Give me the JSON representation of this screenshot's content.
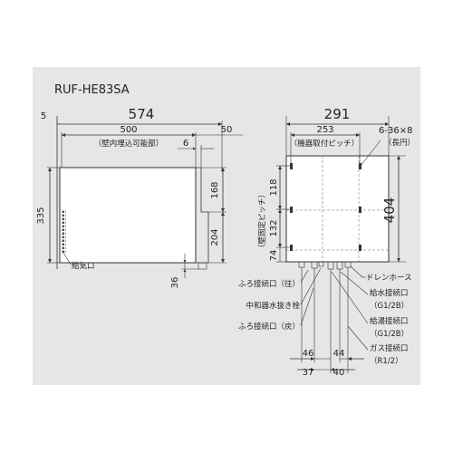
{
  "model": "RUF-HE83SA",
  "side_view": {
    "dim_total_width": "574",
    "dim_left_offset": "5",
    "dim_recess_width": "500",
    "dim_right_offset": "50",
    "recess_caption": "（壁内埋込可能部）",
    "dim_small": "6",
    "dim_height": "335",
    "dim_upper": "168",
    "dim_lower": "204",
    "dim_bottom": "36",
    "intake_label": "給気口"
  },
  "front_view": {
    "dim_width": "291",
    "dim_pitch_width": "253",
    "pitch_caption": "（機器取付ピッチ）",
    "hole_spec": "6-36×8",
    "hole_caption": "（長円）",
    "dim_height": "404",
    "dim_118": "118",
    "dim_132": "132",
    "dim_74": "74",
    "wall_pitch_caption": "（壁固定ピッチ）",
    "dim_46": "46",
    "dim_37": "37",
    "dim_44": "44",
    "dim_40": "40"
  },
  "labels": {
    "bath_out": "ふろ接続口（往）",
    "neutralizer_drain": "中和器水抜き栓",
    "bath_return": "ふろ接続口（戻）",
    "drain_hose": "ドレンホース",
    "water_inlet": "給水接続口",
    "water_inlet_spec": "（G1/2B）",
    "hot_water_outlet": "給湯接続口",
    "hot_water_outlet_spec": "（G1/2B）",
    "gas_inlet": "ガス接続口",
    "gas_inlet_spec": "（R1/2）"
  }
}
